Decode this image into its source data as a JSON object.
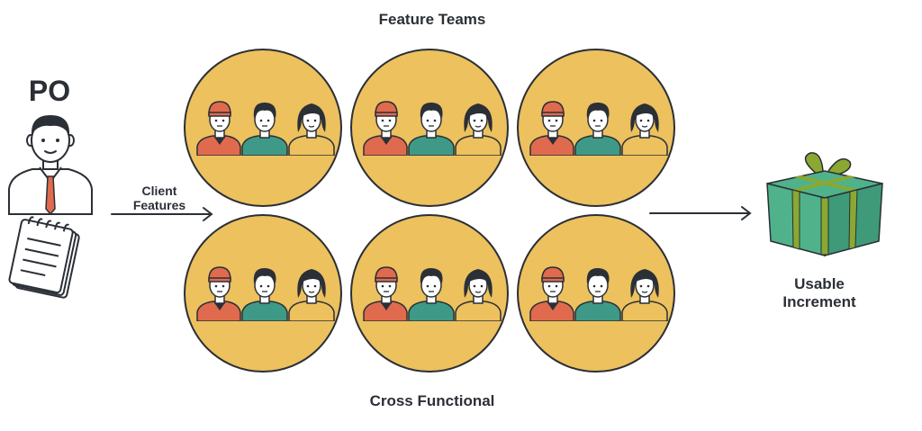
{
  "diagram": {
    "title_top": "Feature Teams",
    "title_bottom": "Cross Functional",
    "po_label": "PO",
    "client_line1": "Client",
    "client_line2": "Features",
    "usable_line1": "Usable",
    "usable_line2": "Increment"
  },
  "team_members": [
    {
      "role": "cap-person",
      "shirt": "#e06a4e"
    },
    {
      "role": "man",
      "shirt": "#3e9a86"
    },
    {
      "role": "woman",
      "shirt": "#ecc15e"
    }
  ],
  "colors": {
    "circle": "#ecc15e",
    "outline": "#2b2f36",
    "gift_box": "#4fb28a",
    "gift_ribbon": "#8aa832",
    "tie": "#e06a4e"
  }
}
